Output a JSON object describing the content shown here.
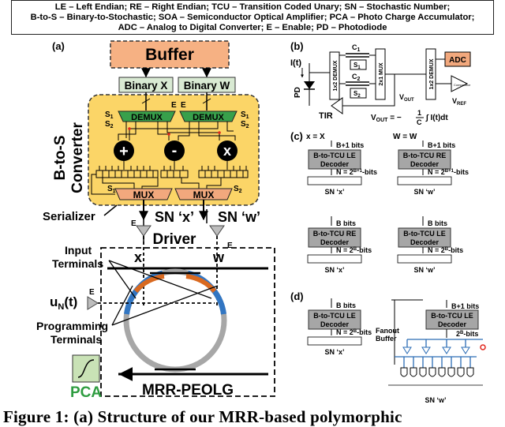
{
  "legend": {
    "line1": "LE – Left Endian; RE – Right Endian; TCU – Transition Coded Unary; SN – Stochastic Number;",
    "line2": "B-to-S – Binary-to-Stochastic; SOA – Semiconductor Optical Amplifier; PCA – Photo Charge Accumulator;",
    "line3": "ADC – Analog to Digital Converter; E – Enable; PD – Photodiode"
  },
  "panel_a": {
    "label": "(a)",
    "buffer": "Buffer",
    "binary_x": "Binary X",
    "binary_w": "Binary W",
    "demux_left": "DEMUX",
    "demux_right": "DEMUX",
    "enable": "E",
    "s1": "S",
    "s1_sub": "1",
    "s2": "S",
    "s2_sub": "2",
    "op_add": "+",
    "op_sub": "-",
    "op_mul": "x",
    "mux_left": "MUX",
    "mux_right": "MUX",
    "bts_label_1": "B-to-S",
    "bts_label_2": "Converter",
    "serializer": "Serializer",
    "sn_x": "SN ‘x’",
    "sn_w": "SN ‘w’",
    "driver": "Driver",
    "x_label": "x",
    "w_label": "w",
    "input_terminals_1": "Input",
    "input_terminals_2": "Terminals",
    "un_t": "u",
    "un_sub": "N",
    "un_paren": "(t)",
    "programming_1": "Programming",
    "programming_2": "Terminals",
    "pca": "PCA",
    "mrr": "MRR-PEOLG"
  },
  "panel_b": {
    "label": "(b)",
    "it": "I(t)",
    "pd": "PD",
    "tir": "TIR",
    "c1": "C",
    "c1_sub": "1",
    "c2": "C",
    "c2_sub": "2",
    "mux_1x2_left": "1x2 DEMUX",
    "mux_2x1": "2x1 MUX",
    "mux_1x2_right": "1x2 DEMUX",
    "adc": "ADC",
    "comparator": "Comparator",
    "vout": "V",
    "vout_sub": "OUT",
    "vref": "V",
    "vref_sub": "REF",
    "formula_lhs": "V",
    "formula_sub": "OUT",
    "formula_eq": "= −",
    "formula_one": "1",
    "formula_c": "C",
    "formula_int": "∫ I(t)dt"
  },
  "panel_c": {
    "label": "(c)",
    "x_top": "x = X",
    "x_bits": "B+1 bits",
    "dec_le_1": "B-to-TCU LE",
    "dec_le_2": "Decoder",
    "n_le": "N = 2",
    "n_le_exp": "B+1",
    "n_le_tail": "-bits",
    "sn_x_1": "SN ‘x’",
    "w_top": "W = W",
    "w_bits": "B+1 bits",
    "dec_re_1": "B-to-TCU RE",
    "dec_re_2": "Decoder",
    "n_re": "N = 2",
    "n_re_exp": "B+1",
    "n_re_tail": "-bits",
    "sn_w_1": "SN ‘w’",
    "x_bits2": "B bits",
    "dec_re_3": "B-to-TCU RE",
    "dec_re_4": "Decoder",
    "n_re2": "N = 2",
    "n_re2_exp": "B",
    "n_re2_tail": "-bits",
    "sn_x_2": "SN ‘x’",
    "w_bits2": "B bits",
    "dec_le_3": "B-to-TCU LE",
    "dec_le_4": "Decoder",
    "n_le2": "N = 2",
    "n_le2_exp": "B",
    "n_le2_tail": "-bits",
    "sn_w_2": "SN ‘w’"
  },
  "panel_d": {
    "label": "(d)",
    "x_bits": "B bits",
    "dec_le_1": "B-to-TCU LE",
    "dec_le_2": "Decoder",
    "n": "N = 2",
    "n_exp": "B",
    "n_tail": "-bits",
    "sn_x": "SN ‘x’",
    "fanout_1": "Fanout",
    "fanout_2": "Buffer",
    "w_bits": "B+1 bits",
    "dec_le_3": "B-to-TCU LE",
    "dec_le_4": "Decoder",
    "bits2": "2",
    "bits2_exp": "B",
    "bits2_tail": "-bits",
    "sn_w": "SN ‘w’"
  },
  "caption": "Figure 1: (a) Structure of our MRR-based polymorphic",
  "colors": {
    "buffer_fill": "#f6b183",
    "binary_fill": "#d9ead3",
    "bts_fill": "#fbd567",
    "mux_fill": "#f2a87d",
    "pca_fill": "#c9e2b6",
    "pca_text": "#2e9c40",
    "decoder_fill": "#a6a6a6",
    "ring_blue": "#3276c2",
    "ring_orange": "#d9691f",
    "ring_gray": "#a7a7a7",
    "fanout_blue": "#2b6cb5",
    "red_dot": "#e1261c"
  }
}
